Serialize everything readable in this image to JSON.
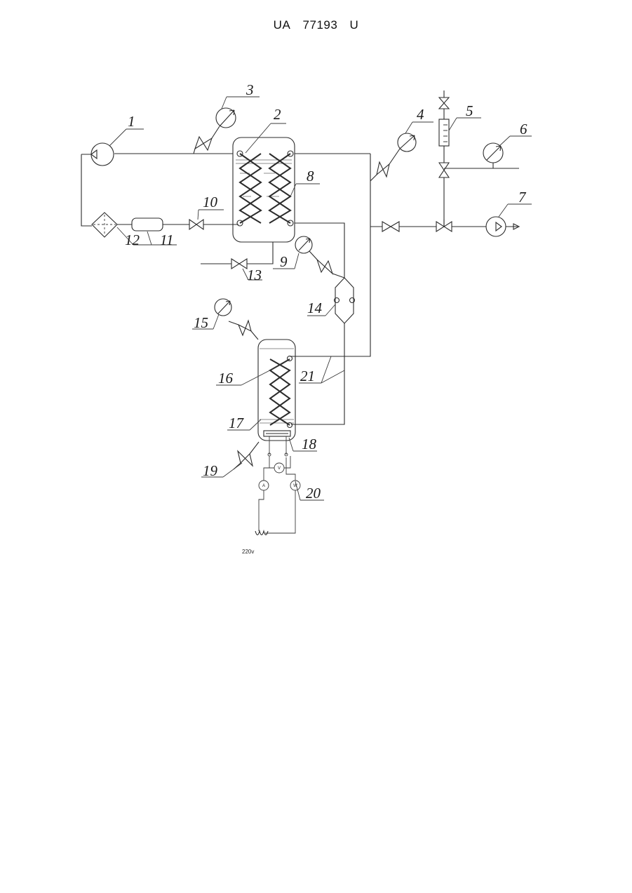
{
  "header": {
    "country": "UA",
    "number": "77193",
    "kind": "U"
  },
  "labels": {
    "l1": "1",
    "l2": "2",
    "l3": "3",
    "l4": "4",
    "l5": "5",
    "l6": "6",
    "l7": "7",
    "l8": "8",
    "l9": "9",
    "l10": "10",
    "l11": "11",
    "l12": "12",
    "l13": "13",
    "l14": "14",
    "l15": "15",
    "l16": "16",
    "l17": "17",
    "l18": "18",
    "l19": "19",
    "l20": "20",
    "l21": "21"
  },
  "meters": {
    "ammeter": "A",
    "voltmeter": "V",
    "wattmeter": "W"
  },
  "supply": "220v"
}
